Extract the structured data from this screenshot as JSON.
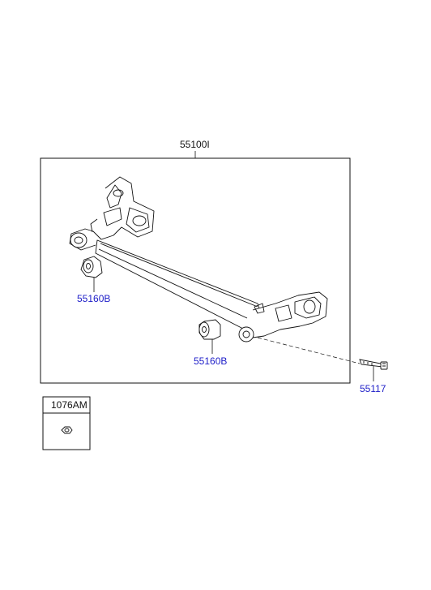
{
  "diagram": {
    "assembly_label": "55100I",
    "bushing_label_left": "55160B",
    "bushing_label_center": "55160B",
    "bolt_label": "55117",
    "inset_label": "1076AM"
  },
  "colors": {
    "part_number_link": "#1d1dc8",
    "line": "#111111",
    "background": "#ffffff"
  }
}
